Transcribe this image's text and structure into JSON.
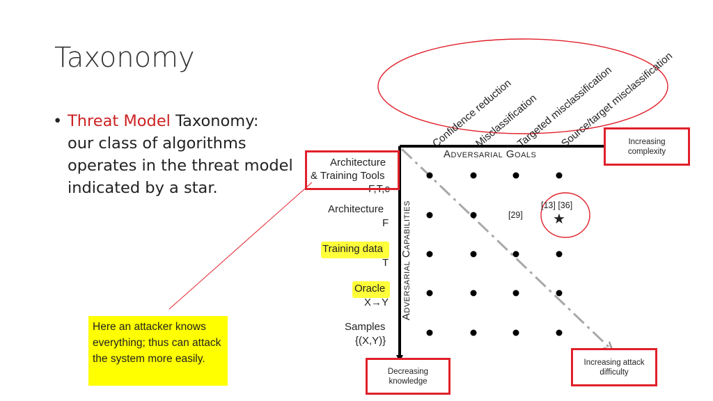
{
  "slide": {
    "title": "Taxonomy",
    "bullet": {
      "highlight": "Threat Model",
      "rest_first_line": " Taxonomy:",
      "rest": "our class of algorithms operates in the threat model indicated by a star."
    },
    "note": "Here an attacker knows everything; thus can attack the system more easily."
  },
  "diagram": {
    "goals": [
      "Confidence reduction",
      "Misclassification",
      "Targeted misclassification",
      "Source/target misclassification"
    ],
    "x_axis_title": "Adversarial Goals",
    "y_axis_title": "Adversarial Capabilities",
    "capabilities": [
      {
        "label": "Architecture",
        "label2": "& Training Tools",
        "sub": "F,T,c",
        "highlight": false
      },
      {
        "label": "Architecture",
        "sub": "F",
        "highlight": false
      },
      {
        "label": "Training data",
        "sub": "T",
        "highlight": true
      },
      {
        "label": "Oracle",
        "sub": "X→Y",
        "highlight": true
      },
      {
        "label": "Samples",
        "sub": "{(X,Y)}",
        "highlight": false
      }
    ],
    "cite_29": "[29]",
    "cite_13_36": "[13] [36]",
    "star": "★",
    "boxes": {
      "increasing_complexity": "Increasing complexity",
      "decreasing_knowledge": "Decreasing knowledge",
      "increasing_attack_difficulty": "Increasing attack difficulty"
    },
    "accent_color": "#e0202a",
    "highlight_color": "#ffff3a"
  }
}
